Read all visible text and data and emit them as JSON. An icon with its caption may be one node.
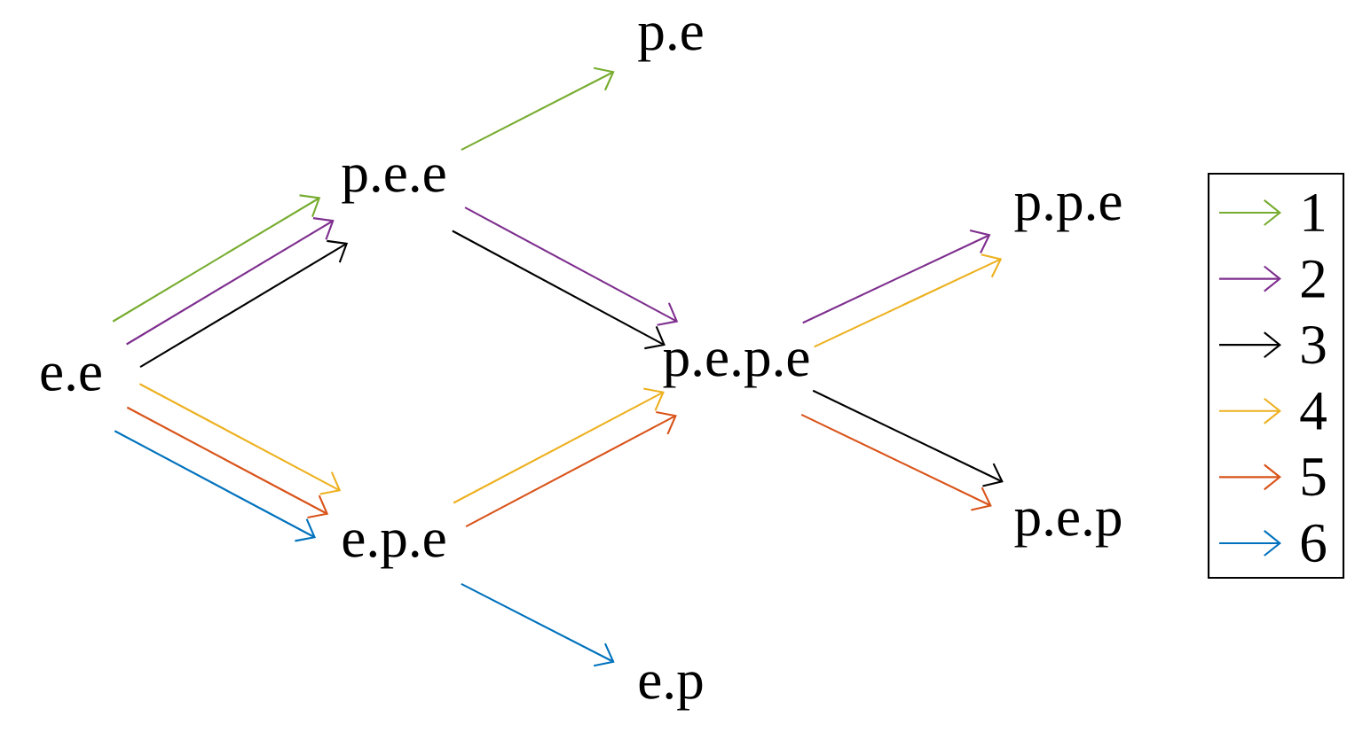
{
  "diagram": {
    "nodes": [
      {
        "text": [
          "e.e"
        ]
      },
      {
        "text": [
          "p.e.e"
        ]
      },
      {
        "text": [
          "e.p.e"
        ]
      },
      {
        "text": [
          "p.e"
        ]
      },
      {
        "text": [
          "p.e.p.e"
        ]
      },
      {
        "text": [
          "e.p"
        ]
      },
      {
        "text": [
          "p.p.e"
        ]
      },
      {
        "text": [
          "p.e.p"
        ]
      }
    ],
    "edges": [
      {
        "from": 0,
        "to": 1,
        "arrow": "to",
        "color": "#77ac30"
      },
      {
        "from": 0,
        "to": 1,
        "arrow": "to",
        "color": "#7e2f8e"
      },
      {
        "from": 0,
        "to": 1,
        "arrow": "to",
        "color": "#000000"
      },
      {
        "from": 0,
        "to": 2,
        "arrow": "to",
        "color": "#edb120"
      },
      {
        "from": 0,
        "to": 2,
        "arrow": "to",
        "color": "#d95319"
      },
      {
        "from": 0,
        "to": 2,
        "arrow": "to",
        "color": "#0072bd"
      },
      {
        "from": 1,
        "to": 3,
        "arrow": "to",
        "color": "#77ac30"
      },
      {
        "from": 1,
        "to": 4,
        "arrow": "to",
        "color": "#7e2f8e"
      },
      {
        "from": 1,
        "to": 4,
        "arrow": "to",
        "color": "#000000"
      },
      {
        "from": 2,
        "to": 4,
        "arrow": "to",
        "color": "#edb120"
      },
      {
        "from": 2,
        "to": 4,
        "arrow": "to",
        "color": "#d95319"
      },
      {
        "from": 2,
        "to": 5,
        "arrow": "to",
        "color": "#0072bd"
      },
      {
        "from": 4,
        "to": 6,
        "arrow": "to",
        "color": "#7e2f8e"
      },
      {
        "from": 4,
        "to": 6,
        "arrow": "to",
        "color": "#edb120"
      },
      {
        "from": 4,
        "to": 7,
        "arrow": "to",
        "color": "#000000"
      },
      {
        "from": 4,
        "to": 7,
        "arrow": "to",
        "color": "#d95319"
      }
    ],
    "legend": [
      {
        "text": "1"
      },
      {
        "text": "2"
      },
      {
        "text": "3"
      },
      {
        "text": "4"
      },
      {
        "text": "5"
      },
      {
        "text": "6"
      }
    ]
  }
}
